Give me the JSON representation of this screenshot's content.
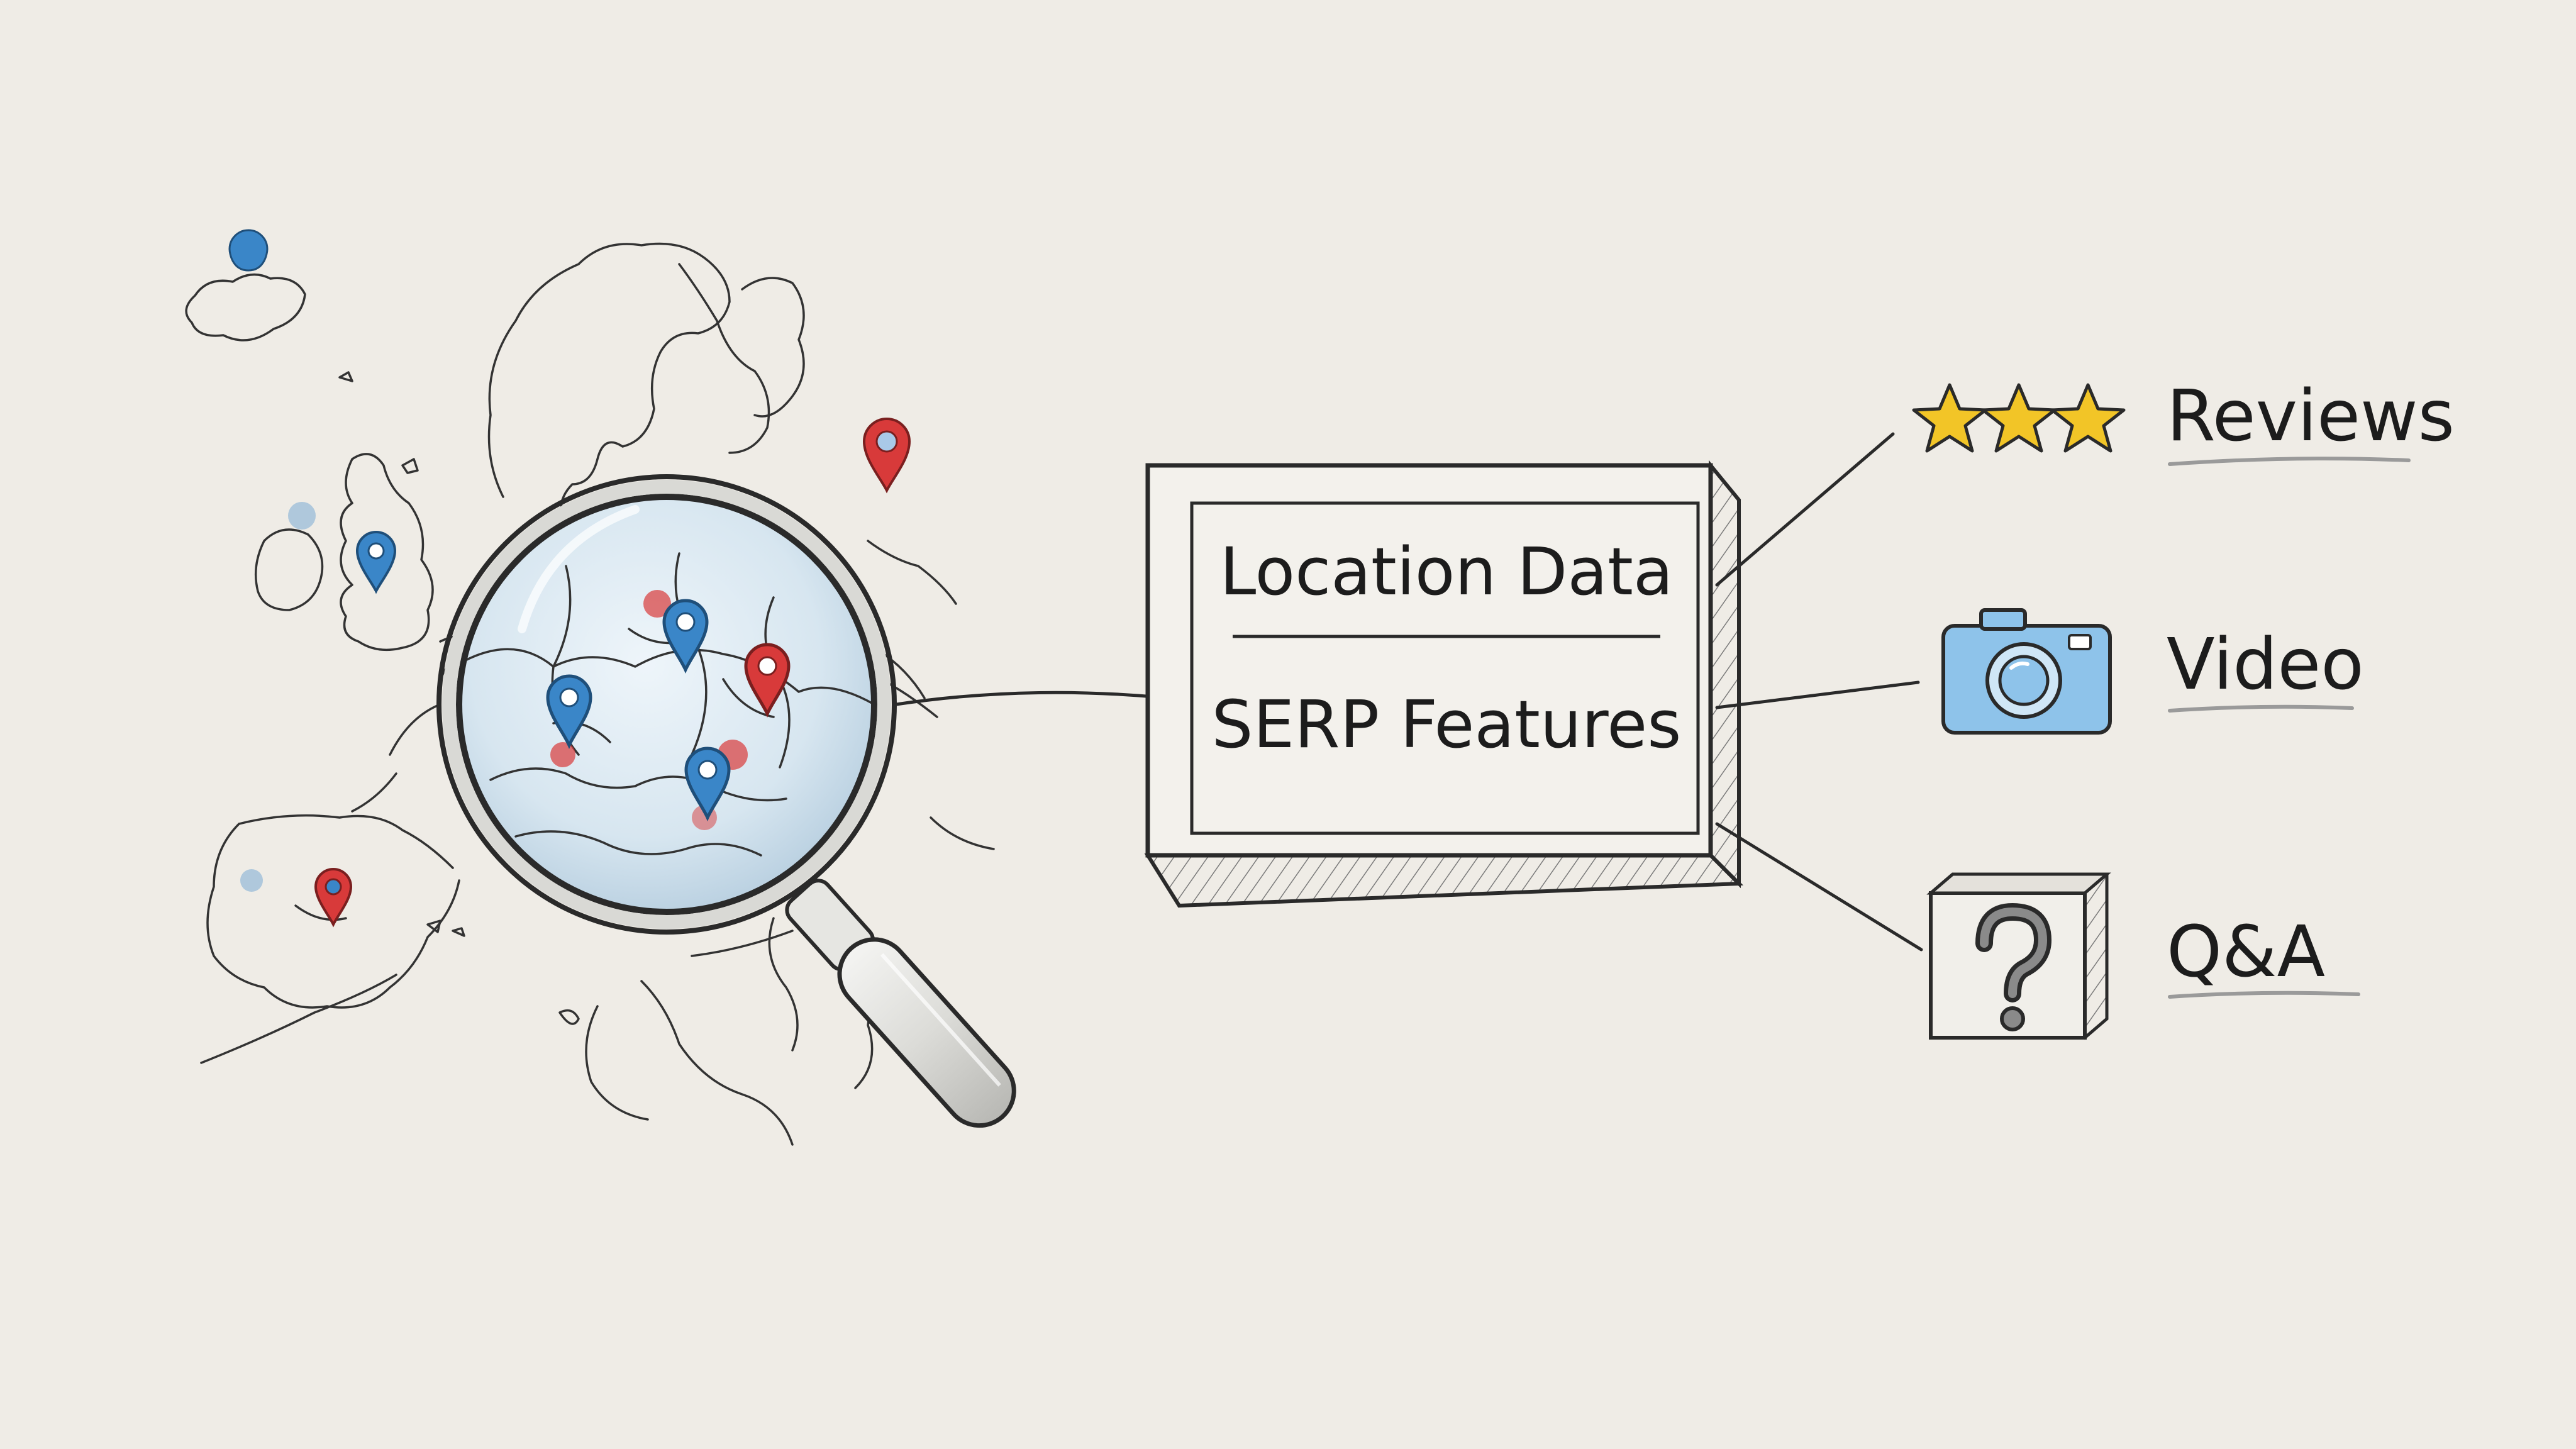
{
  "box": {
    "line1": "Location Data",
    "line2": "SERP Features"
  },
  "features": [
    {
      "label": "Reviews",
      "icon": "three-stars-icon"
    },
    {
      "label": "Video",
      "icon": "camera-icon"
    },
    {
      "label": "Q&A",
      "icon": "question-box-icon"
    }
  ],
  "colors": {
    "pin_blue": "#3a86c8",
    "pin_red": "#d83a3a",
    "star_yellow": "#f2c527",
    "camera_blue": "#8ec3ea",
    "paper": "#efece6",
    "ink": "#2a2a2a"
  },
  "icons": {
    "map": "europe-map-icon",
    "magnifier": "magnifying-glass-icon",
    "pin": "map-pin-icon"
  }
}
